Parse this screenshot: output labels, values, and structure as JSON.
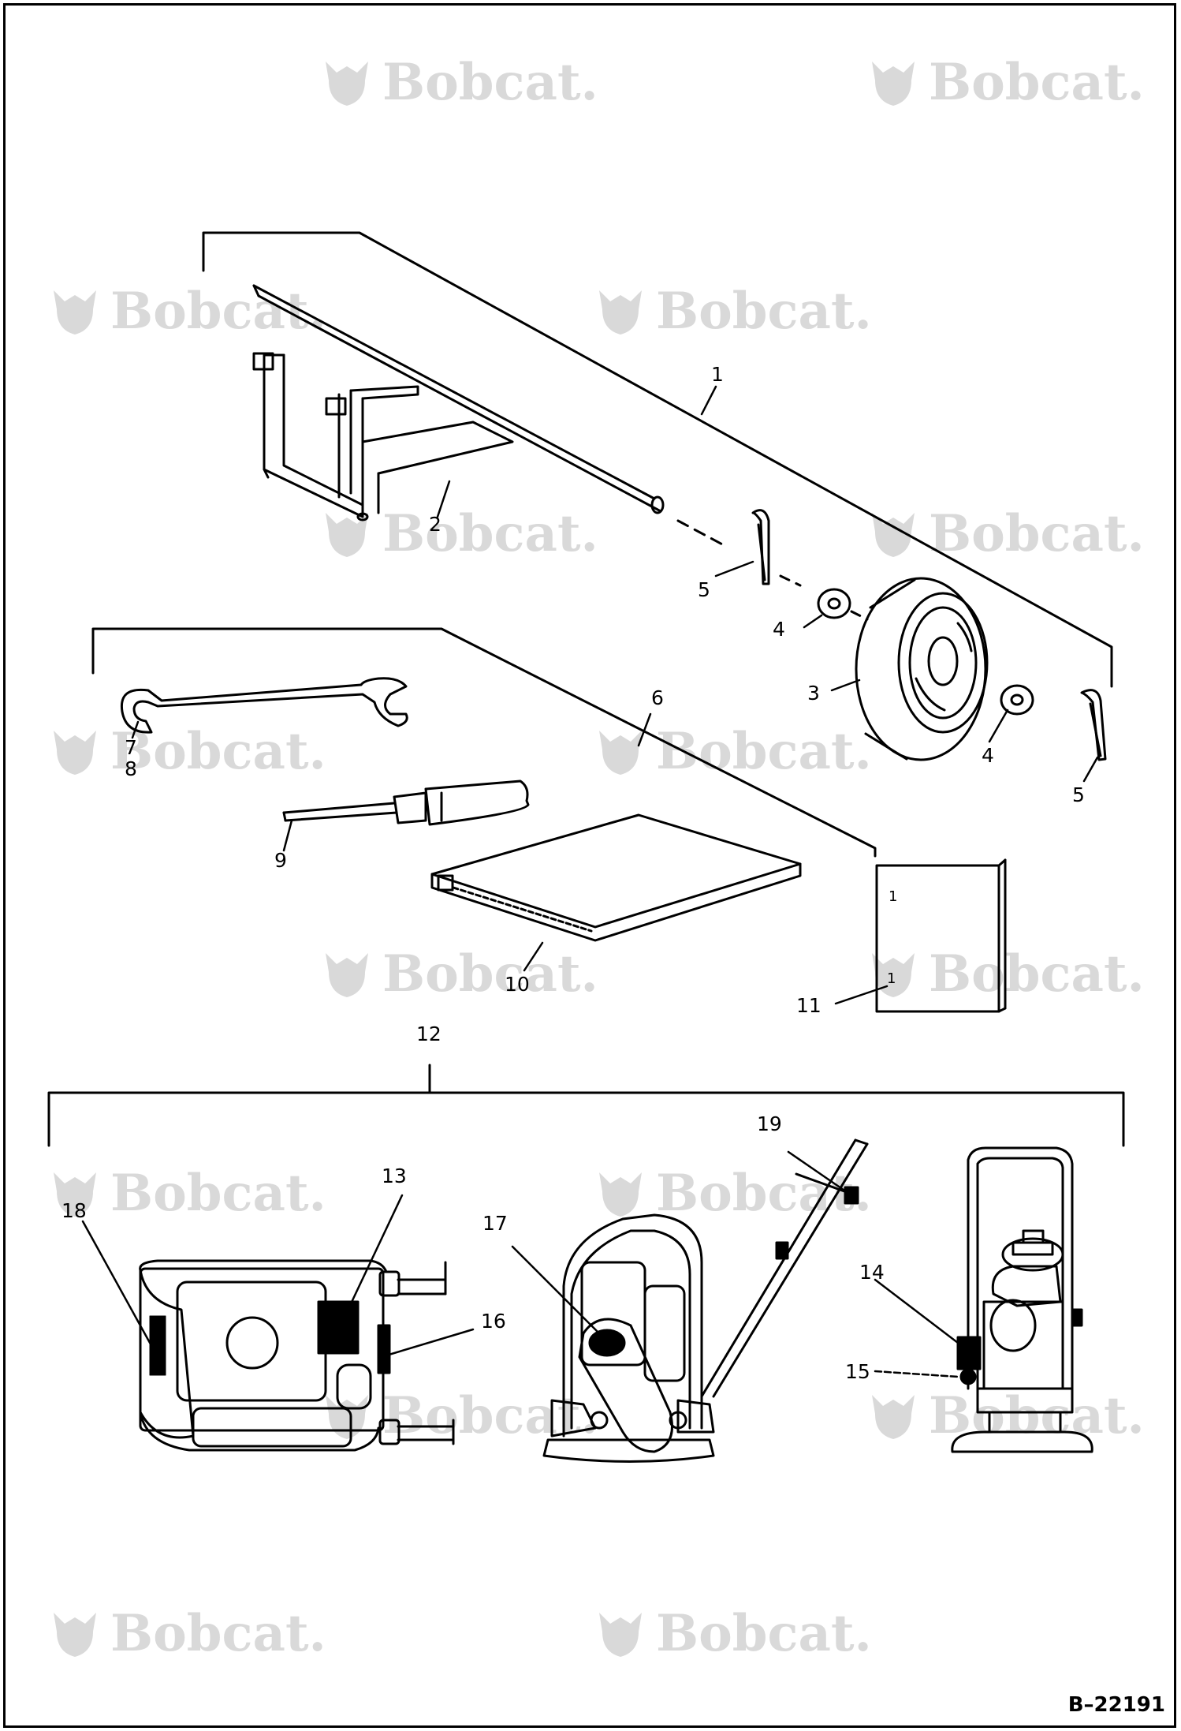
{
  "watermark": {
    "text": "Bobcat.",
    "logo_icon": "bobcat-logo-icon",
    "color": "#d9d9d9"
  },
  "drawing_code": "B–22191",
  "callouts": {
    "c1": "1",
    "c2": "2",
    "c3": "3",
    "c4a": "4",
    "c4b": "4",
    "c5a": "5",
    "c5b": "5",
    "c6": "6",
    "c7": "7",
    "c8": "8",
    "c9": "9",
    "c10": "10",
    "c11": "11",
    "c12": "12",
    "c13": "13",
    "c14": "14",
    "c15": "15",
    "c16": "16",
    "c17": "17",
    "c18": "18",
    "c19": "19"
  },
  "manual_marks": {
    "top": "1",
    "bottom": "1"
  },
  "line_color": "#000000"
}
